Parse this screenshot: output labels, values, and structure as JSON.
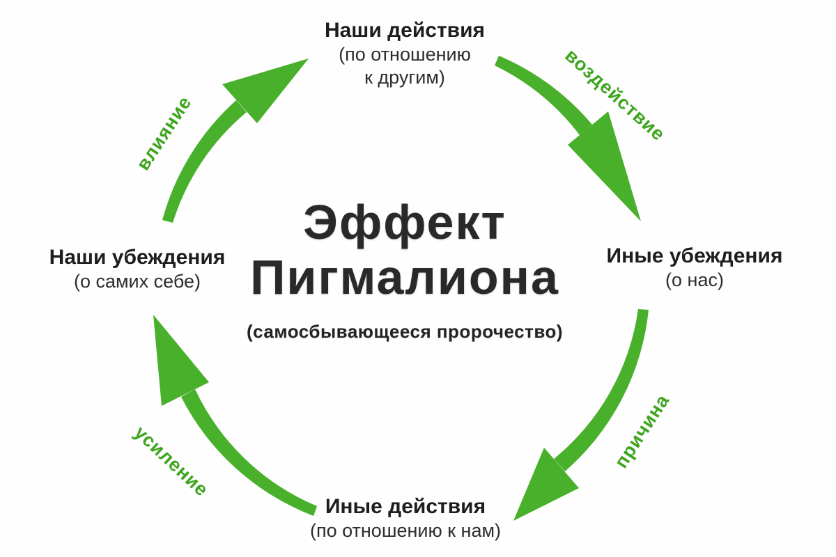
{
  "diagram_title": {
    "line1": "Эффект",
    "line2": "Пигмалиона",
    "subtitle": "(самосбывающееся пророчество)"
  },
  "nodes": {
    "top": {
      "title": "Наши действия",
      "subtitle_lines": [
        "(по отношению",
        "к другим)"
      ]
    },
    "right": {
      "title": "Иные убеждения",
      "subtitle_lines": [
        "(о нас)"
      ]
    },
    "bottom": {
      "title": "Иные действия",
      "subtitle_lines": [
        "(по отношению к нам)"
      ]
    },
    "left": {
      "title": "Наши убеждения",
      "subtitle_lines": [
        "(о самих себе)"
      ]
    }
  },
  "arrow_labels": {
    "top_right": "воздействие",
    "right_bottom": "причина",
    "bottom_left": "усиление",
    "left_top": "влияние"
  },
  "colors": {
    "arrow_green": "#48b02a",
    "label_green": "#3ea51f",
    "text_dark": "#1e1e1e"
  }
}
